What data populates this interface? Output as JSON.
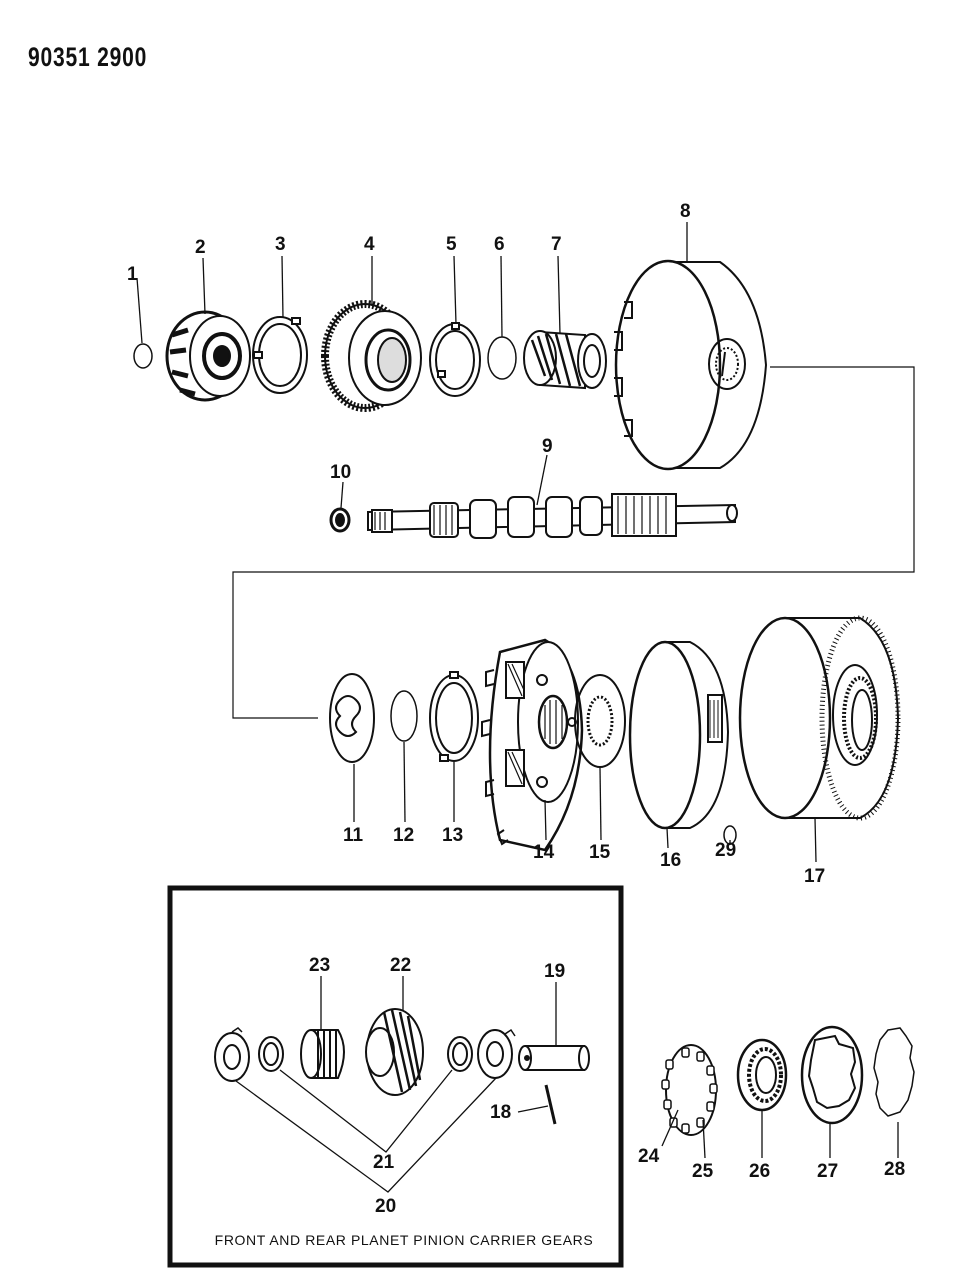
{
  "document_id": "90351 2900",
  "caption": "FRONT AND REAR PLANET PINION CARRIER GEARS",
  "callouts": {
    "c1": "1",
    "c2": "2",
    "c3": "3",
    "c4": "4",
    "c5": "5",
    "c6": "6",
    "c7": "7",
    "c8": "8",
    "c9": "9",
    "c10": "10",
    "c11": "11",
    "c12": "12",
    "c13": "13",
    "c14": "14",
    "c15": "15",
    "c16": "16",
    "c17": "17",
    "c18": "18",
    "c19": "19",
    "c20": "20",
    "c21": "21",
    "c22": "22",
    "c23": "23",
    "c24": "24",
    "c25": "25",
    "c26": "26",
    "c27": "27",
    "c28": "28",
    "c29": "29"
  },
  "colors": {
    "ink": "#111111",
    "paper": "#ffffff"
  }
}
